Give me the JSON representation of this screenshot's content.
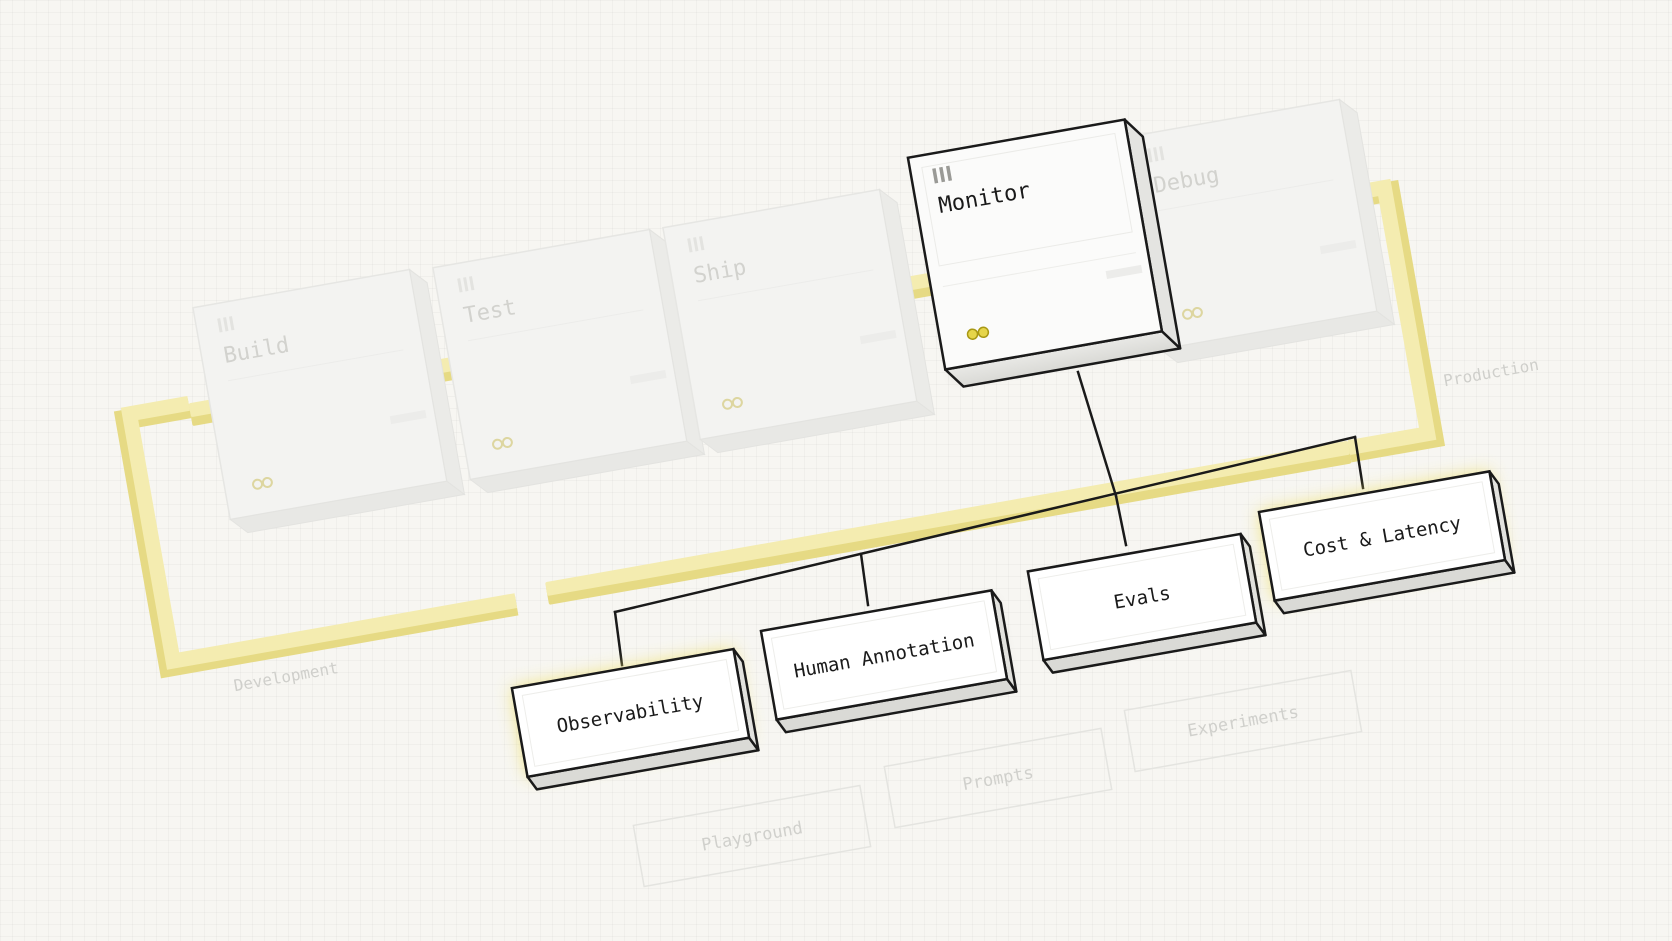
{
  "stages": [
    {
      "label": "Build",
      "active": false
    },
    {
      "label": "Test",
      "active": false
    },
    {
      "label": "Ship",
      "active": false
    },
    {
      "label": "Monitor",
      "active": true
    },
    {
      "label": "Debug",
      "active": false
    }
  ],
  "phases": {
    "development": "Development",
    "production": "Production"
  },
  "monitor_children": [
    {
      "label": "Observability",
      "glow": true
    },
    {
      "label": "Human Annotation",
      "glow": false
    },
    {
      "label": "Evals",
      "glow": false
    },
    {
      "label": "Cost & Latency",
      "glow": true
    }
  ],
  "faded_items": [
    {
      "label": "Playground"
    },
    {
      "label": "Prompts"
    },
    {
      "label": "Experiments"
    }
  ],
  "colors": {
    "track": "#f3eaa6",
    "track_edge": "#e2d67a",
    "glow": "#f0e27a",
    "accent_dot": "#c8b51a",
    "stroke": "#1a1a1a",
    "faded_text": "#c9c9c6"
  }
}
